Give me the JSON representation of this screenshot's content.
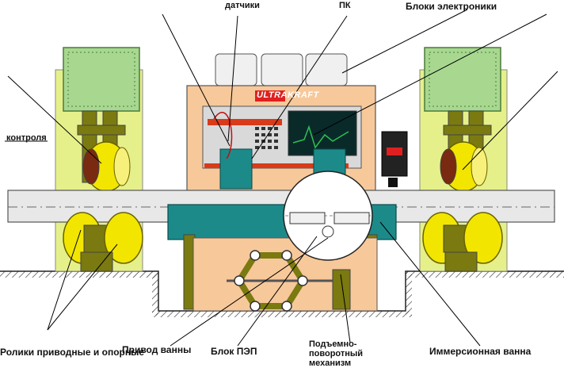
{
  "labels": {
    "top_sensors": "датчики",
    "top_pc": "ПК",
    "electronics_blocks": "Блоки электроники",
    "control": "контроля",
    "support_rollers": "Ролики приводные и опорные",
    "bath_drive": "Привод ванны",
    "pep_block": "Блок ПЭП",
    "lift_mechanism": "Подъемно-поворотный механизм",
    "immersion_bath": "Иммерсионная ванна"
  },
  "brand": {
    "name": "ULTRAKRAFT",
    "color_dark": "#1a1a1a",
    "color_red": "#e02020"
  },
  "colors": {
    "stand": "#e6f08a",
    "panel_green": "#a8d890",
    "roller_yellow": "#f2e600",
    "roller_olive": "#7a7a10",
    "bath_teal": "#1d8a8a",
    "console": "#f7c89a",
    "pipe": "#e8e8e8",
    "floor": "#333333",
    "screen": "#0a2a2a",
    "accent_red": "#d83a1a"
  }
}
